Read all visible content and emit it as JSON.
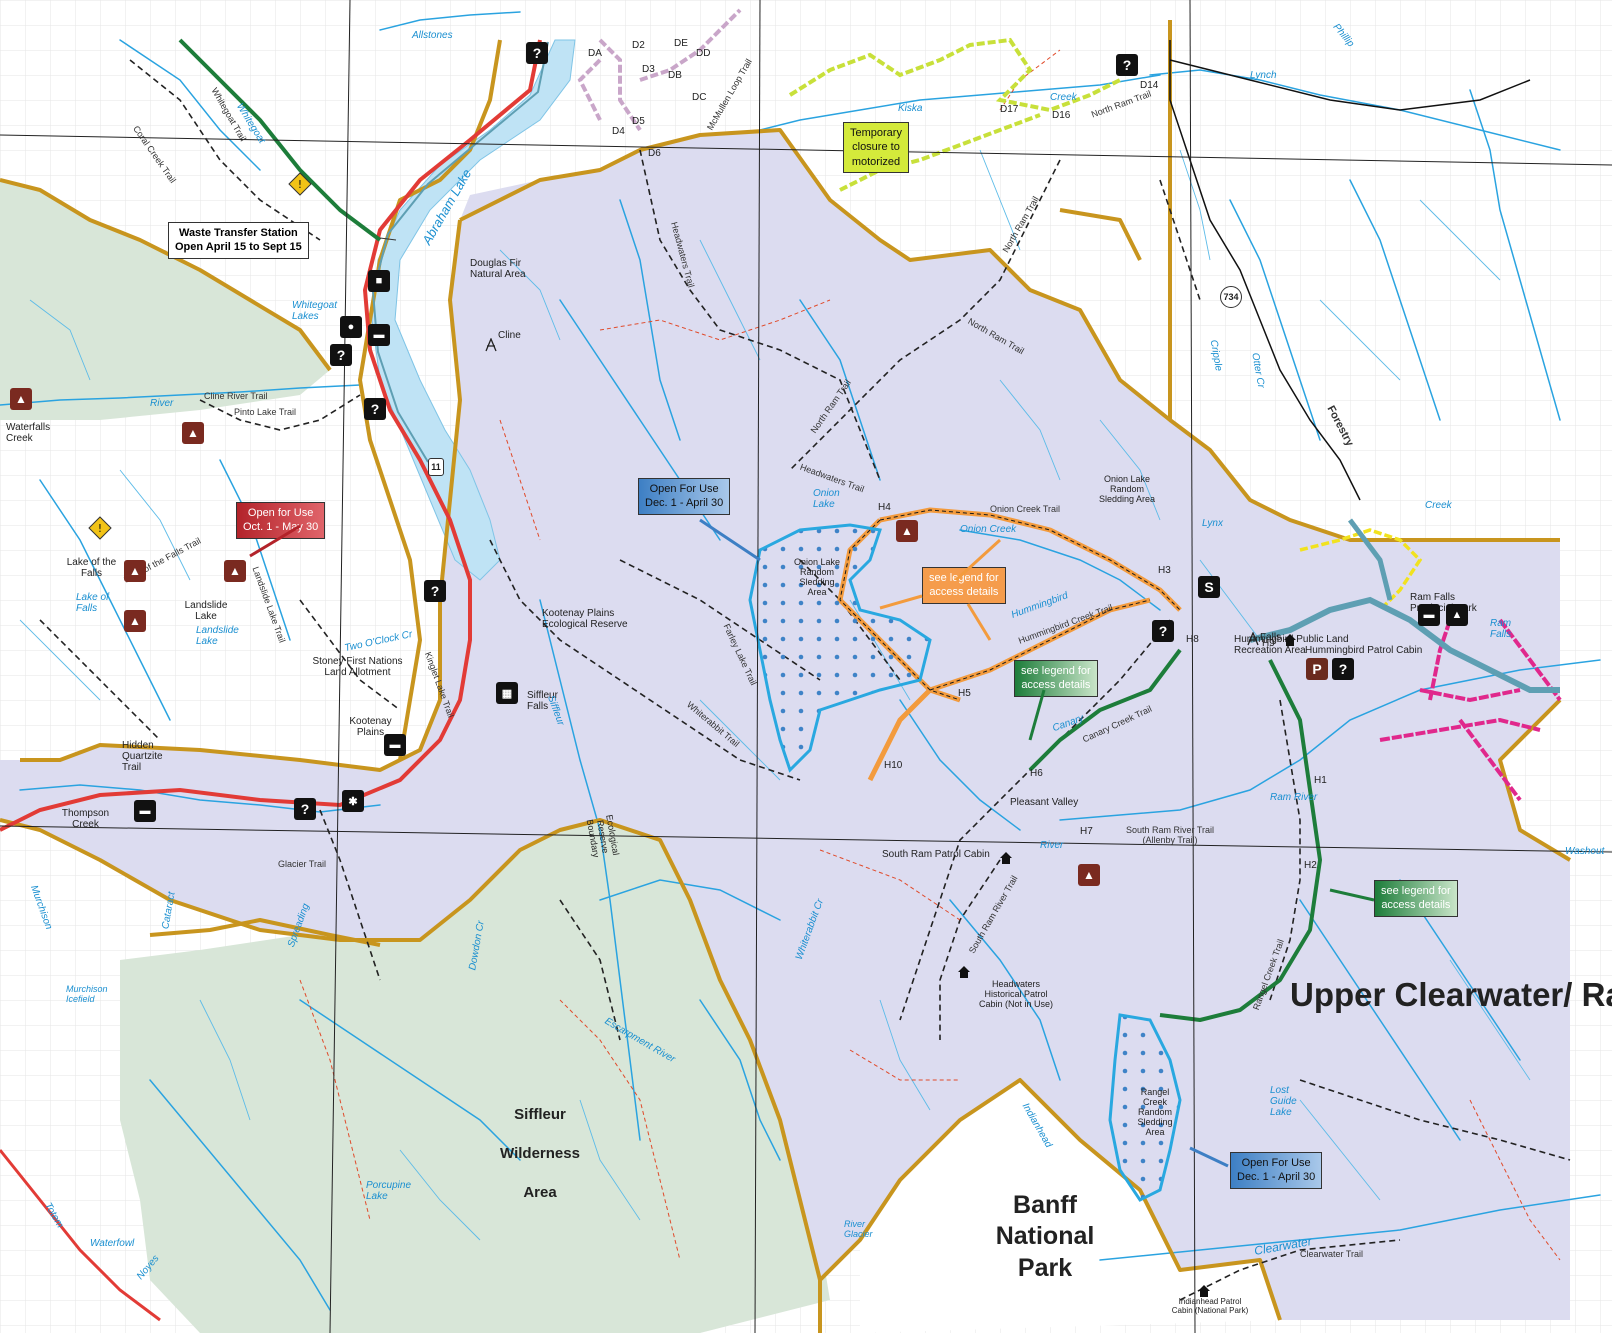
{
  "regions": {
    "upper_clearwater_ram_pluz": "Upper Clearwater/ Ram PLUZ",
    "banff_national_park": "Banff National Park",
    "siffleur_wilderness_area": "Siffleur Wilderness Area"
  },
  "notices": {
    "waste_transfer": [
      "Waste Transfer Station",
      "Open April 15 to Sept 15"
    ],
    "landslide_use": [
      "Open for Use",
      "Oct. 1 - May 30"
    ],
    "onion_lake_use": [
      "Open For Use",
      "Dec. 1 - April 30"
    ],
    "rangel_creek_use": [
      "Open For Use",
      "Dec. 1 - April 30"
    ],
    "temporary_closure": [
      "Temporary",
      "closure to",
      "motorized"
    ],
    "legend_orange": [
      "see legend for",
      "access details"
    ],
    "legend_green_h6": [
      "see legend for",
      "access details"
    ],
    "legend_green_h2": [
      "see legend for",
      "access details"
    ]
  },
  "place_labels": {
    "douglas_fir": "Douglas Fir Natural Area",
    "cline": "Cline",
    "kootenay_plains_er": "Kootenay Plains Ecological Reserve",
    "stoney": "Stoney First Nations Land Allotment",
    "kootenay_plains": "Kootenay Plains",
    "siffleur_falls": "Siffleur Falls",
    "hidden_quartzite": "Hidden Quartzite Trail",
    "thompson_creek": "Thompson Creek",
    "waterfalls_creek": "Waterfalls Creek",
    "lake_of_the_falls": "Lake of the Falls",
    "landslide_lake": "Landslide Lake",
    "onion_lake_random": "Onion Lake Random Sledding Area",
    "onion_lake_random_2": "Onion Lake Random Sledding Area",
    "hummingbird_pl": "Hummingbird Public Land Recreation Area",
    "hummingbird_cabin": "Hummingbird Patrol Cabin",
    "ram_falls_pp": "Ram Falls Provincial Park",
    "falls": "Falls",
    "pleasant_valley": "Pleasant Valley",
    "south_ram_cabin": "South Ram Patrol Cabin",
    "headwaters_cabin": "Headwaters Historical Patrol Cabin (Not in Use)",
    "rangel_creek_random": "Rangel Creek Random Sledding Area",
    "indianhead_cabin": "Indianhead Patrol Cabin (National Park)",
    "ecological_reserve_boundary": "Ecological Reserve Boundary"
  },
  "water_labels": {
    "allstones": "Allstones",
    "whitegoat": "Whitegoat",
    "whitegoat_lakes": "Whitegoat Lakes",
    "abraham_lake": "Abraham Lake",
    "lake_of_falls": "Lake of Falls",
    "landslide_lake_w": "Landslide Lake",
    "two_oclock": "Two O'Clock Cr",
    "river_nsr": "River",
    "onion_lake": "Onion Lake",
    "onion_creek": "Onion Creek",
    "hummingbird": "Hummingbird",
    "lynx": "Lynx",
    "ram_river": "Ram River",
    "river_sram": "River",
    "kiska": "Kiska",
    "creek_kiska": "Creek",
    "siffleur_river": "Siffleur",
    "escarpment_river": "Escarpment River",
    "porcupine_lake": "Porcupine Lake",
    "murchison_icefield": "Murchison Icefield",
    "murchison": "Murchison",
    "lost_guide_lake": "Lost Guide Lake",
    "clearwater": "Clearwater",
    "river_glacier": "River Glacier",
    "whiterabbit_cr": "Whiterabbit Cr",
    "indianhead": "Indianhead",
    "noyes": "Noyes",
    "waterfowl": "Waterfowl",
    "totem": "Totem",
    "cripple": "Cripple",
    "otter_cr": "Otter Cr",
    "lynch": "Lynch",
    "phillip": "Phillip",
    "washout": "Washout",
    "ram_falls_w": "Ram Falls",
    "cataract": "Cataract",
    "spreading": "Spreading",
    "dowdon_cr": "Dowdon Cr",
    "creek_generic": "Creek"
  },
  "trail_labels": {
    "whitegoat_trail": "Whitegoat Trail",
    "coral_creek_trail": "Coral Creek Trail",
    "cline_river_trail": "Cline River Trail",
    "pinto_lake_trail": "Pinto Lake Trail",
    "lake_of_falls_trail": "Lake of the Falls Trail",
    "landslide_lake_trail": "Landslide Lake Trail",
    "kinglet_lake_trail": "Kinglet Lake Trail",
    "glacier_trail": "Glacier Trail",
    "headwaters_trail": "Headwaters Trail",
    "headwaters_trail_2": "Headwaters Trail",
    "north_ram_trail": "North Ram Trail",
    "north_ram_trail_2": "North Ram Trail",
    "north_ram_trail_3": "North Ram Trail",
    "north_ram_trail_4": "North Ram Trail",
    "mcmullen_loop": "McMullen Loop Trail",
    "onion_creek_trail": "Onion Creek Trail",
    "hummingbird_creek_trail": "Hummingbird Creek Trail",
    "farley_lake_trail": "Farley Lake Trail",
    "whiterabbit_trail": "Whiterabbit Trail",
    "canary_creek_trail": "Canary Creek Trail",
    "south_ram_river_trail": "South Ram River Trail (Allenby Trail)",
    "south_ram_river_trail_2": "South Ram River Trail",
    "rangel_creek_trail": "Rangel Creek Trail",
    "clearwater_trail": "Clearwater Trail",
    "forestry": "Forestry",
    "canary": "Canary"
  },
  "nodes": {
    "H1": "H1",
    "H2": "H2",
    "H3": "H3",
    "H4": "H4",
    "H5": "H5",
    "H6": "H6",
    "H7": "H7",
    "H8": "H8",
    "H9": "H9",
    "H10": "H10",
    "D14": "D14",
    "D16": "D16",
    "D17": "D17",
    "DA": "DA",
    "D2": "D2",
    "D3": "D3",
    "D4": "D4",
    "D5": "D5",
    "D6": "D6",
    "DB": "DB",
    "DC": "DC",
    "DD": "DD",
    "DE": "DE"
  },
  "highways": {
    "hwy11": "11",
    "hwy734": "734"
  },
  "icons": {
    "question": "?",
    "parking": "P",
    "staging": "S",
    "camp": "tent-icon",
    "warning": "warning-icon"
  },
  "colors": {
    "pluz_fill": "#dcdcf0",
    "wilderness_fill": "#d8e6d8",
    "boundary": "#c8951e",
    "river": "#2aa3e0",
    "lake": "#bfe3f5",
    "highway": "#e23b36",
    "trail": "#222222",
    "orange_trail": "#f39b3d",
    "green_trail": "#1d7d3a",
    "lime_trail": "#c8e03a",
    "pink_trail": "#e0288c",
    "yellow_trail": "#f1e21f",
    "mauve_trail": "#c9a6c9"
  }
}
